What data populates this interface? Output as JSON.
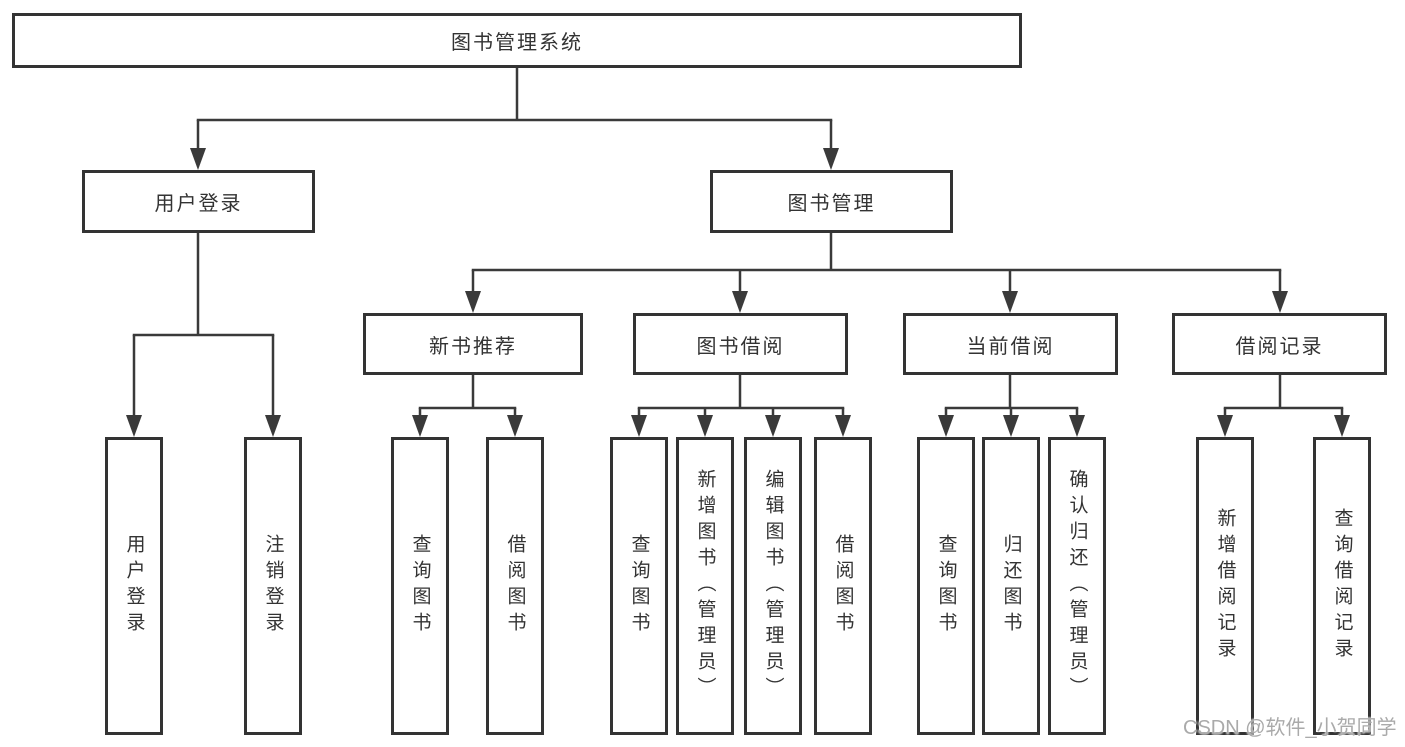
{
  "watermark": "CSDN @软件_小贺同学",
  "colors": {
    "background": "#ffffff",
    "border": "#333333",
    "line": "#3a3a3a",
    "text": "#333333",
    "watermark": "#aaaaaa"
  },
  "tree": {
    "label": "图书管理系统",
    "children": [
      {
        "label": "用户登录",
        "children": [
          {
            "label": "用户登录"
          },
          {
            "label": "注销登录"
          }
        ]
      },
      {
        "label": "图书管理",
        "children": [
          {
            "label": "新书推荐",
            "children": [
              {
                "label": "查询图书"
              },
              {
                "label": "借阅图书"
              }
            ]
          },
          {
            "label": "图书借阅",
            "children": [
              {
                "label": "查询图书"
              },
              {
                "label": "新增图书（管理员）"
              },
              {
                "label": "编辑图书（管理员）"
              },
              {
                "label": "借阅图书"
              }
            ]
          },
          {
            "label": "当前借阅",
            "children": [
              {
                "label": "查询图书"
              },
              {
                "label": "归还图书"
              },
              {
                "label": "确认归还（管理员）"
              }
            ]
          },
          {
            "label": "借阅记录",
            "children": [
              {
                "label": "新增借阅记录"
              },
              {
                "label": "查询借阅记录"
              }
            ]
          }
        ]
      }
    ]
  }
}
